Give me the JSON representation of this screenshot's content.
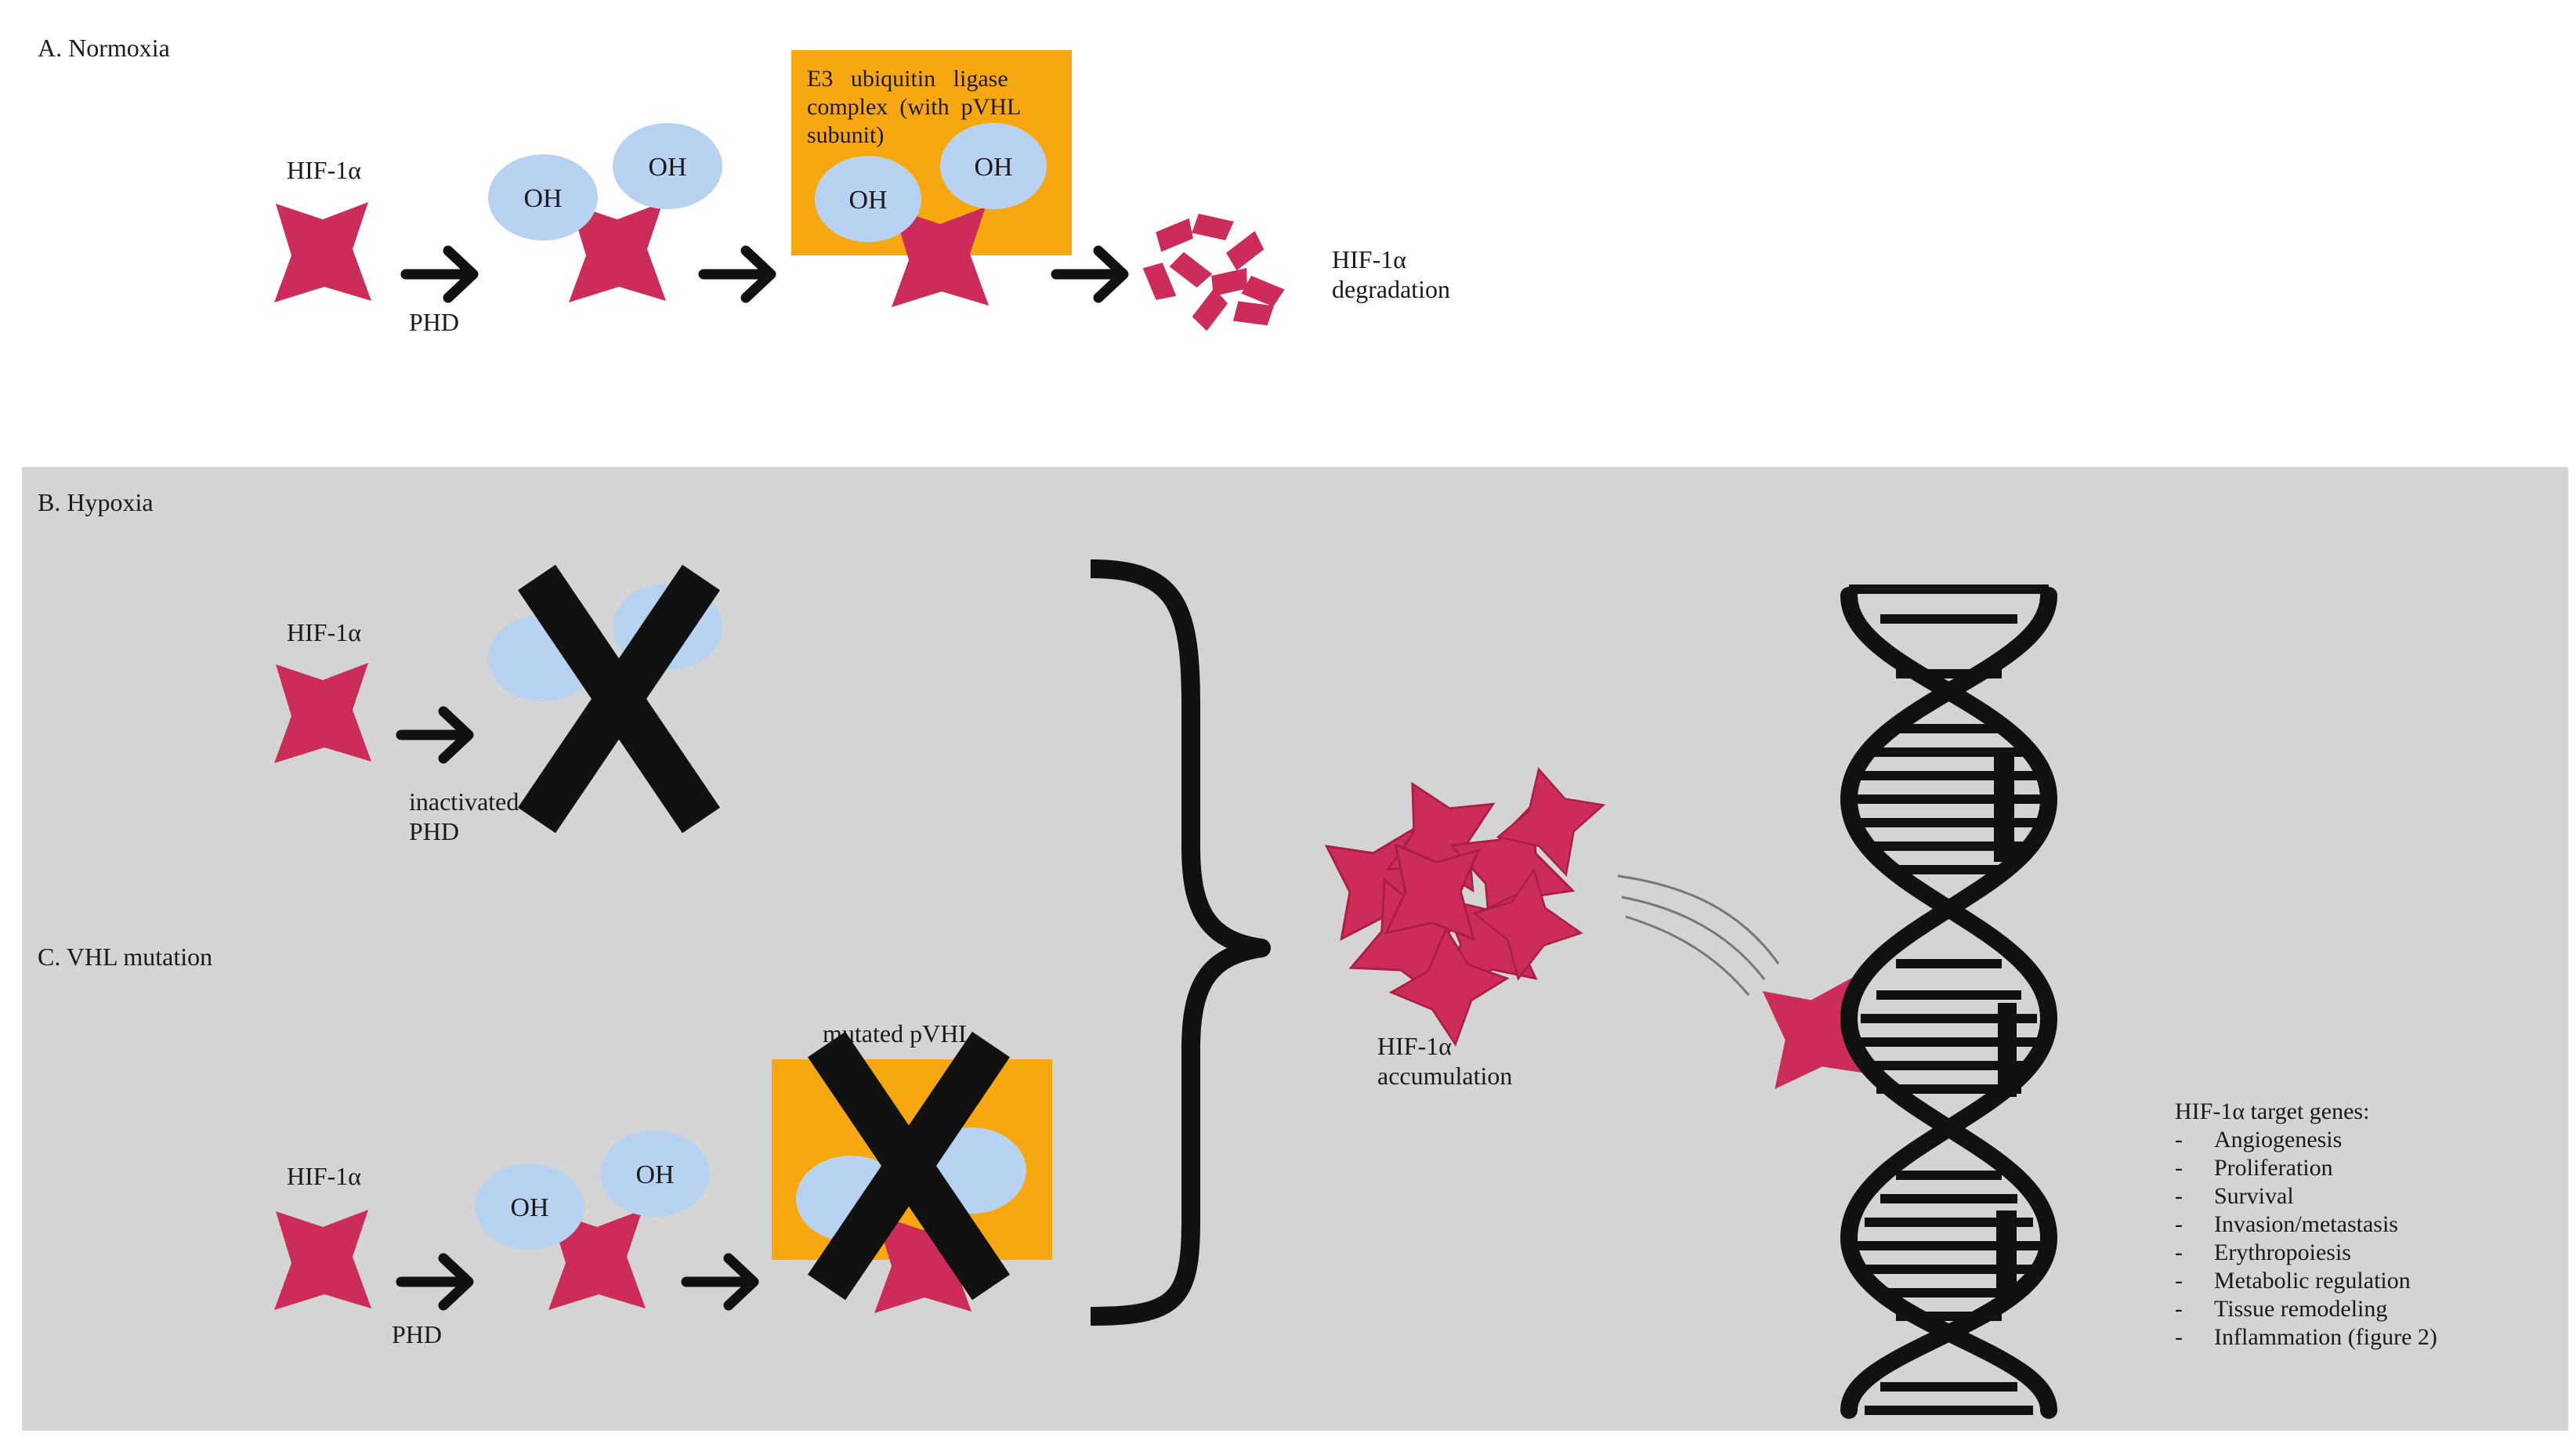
{
  "colors": {
    "hif": "#cc2c59",
    "oh_bubble": "#b8d3f1",
    "ligase_box": "#f7a810",
    "panel_gray": "#d4d4d4",
    "ink": "#111111"
  },
  "panel_a": {
    "title": "A. Normoxia",
    "hif_label": "HIF-1α",
    "phd_label": "PHD",
    "oh_label": "OH",
    "ligase_line1": "E3   ubiquitin   ligase",
    "ligase_line2": "complex  (with  pVHL",
    "ligase_line3": "subunit)",
    "degradation_line1": "HIF-1α",
    "degradation_line2": "degradation"
  },
  "panel_b": {
    "title": "B. Hypoxia",
    "hif_label": "HIF-1α",
    "inactivated_line1": "inactivated",
    "inactivated_line2": "PHD"
  },
  "panel_c": {
    "title": "C. VHL mutation",
    "hif_label": "HIF-1α",
    "phd_label": "PHD",
    "oh_label": "OH",
    "mutated_label": "mutated pVHL"
  },
  "accumulation": {
    "line1": "HIF-1α",
    "line2": "accumulation"
  },
  "target_genes": {
    "heading": "HIF-1α target genes:",
    "items": [
      "Angiogenesis",
      "Proliferation",
      "Survival",
      "Invasion/metastasis",
      "Erythropoiesis",
      "Metabolic regulation",
      "Tissue remodeling",
      "Inflammation (figure 2)"
    ]
  }
}
